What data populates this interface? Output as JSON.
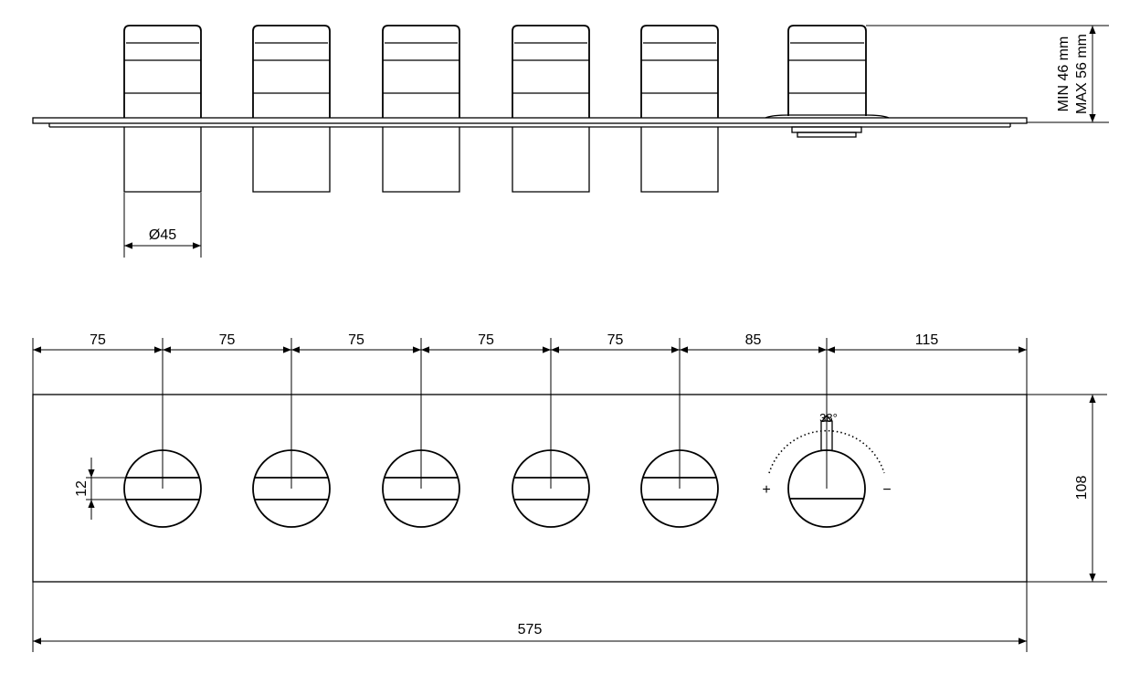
{
  "top_view": {
    "depth_min": "MIN 46 mm",
    "depth_max": "MAX 56 mm",
    "knob_diameter": "Ø45"
  },
  "front_view": {
    "spacings": [
      "75",
      "75",
      "75",
      "75",
      "75",
      "85",
      "115"
    ],
    "slot_height": "12",
    "plate_height": "108",
    "total_width": "575",
    "dial_plus": "+",
    "dial_minus": "−",
    "dial_stop": "38°"
  },
  "colors": {
    "line": "#000000",
    "background": "#ffffff"
  }
}
